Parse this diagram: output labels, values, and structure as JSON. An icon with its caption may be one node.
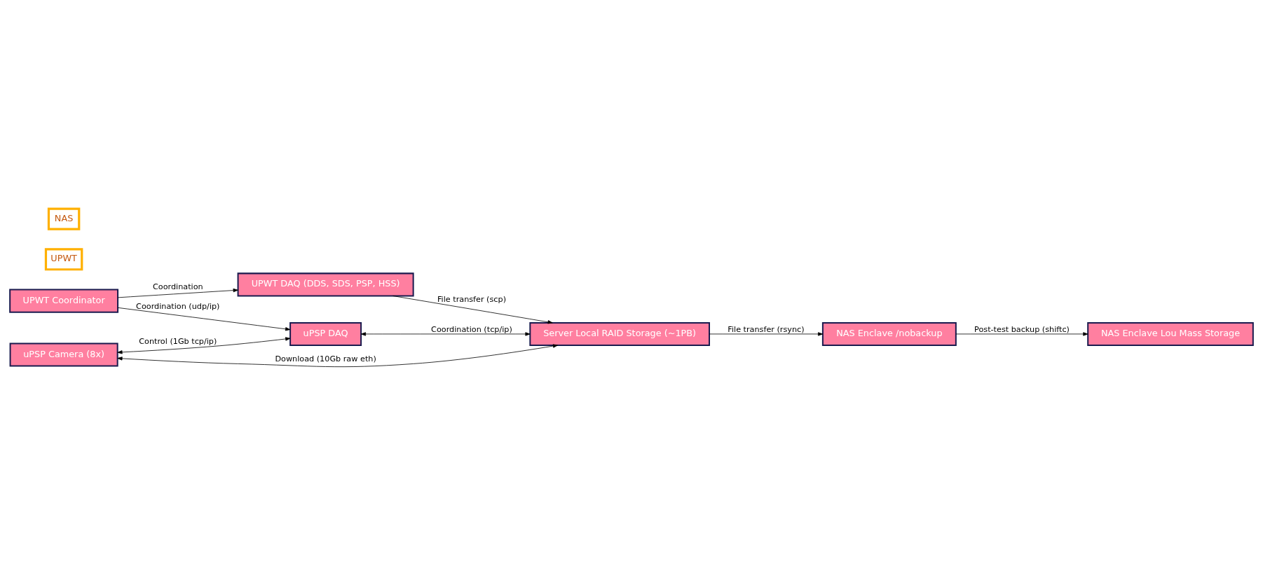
{
  "diagram": {
    "nodes": [
      {
        "text": [
          "UPWT Coordinator"
        ]
      },
      {
        "text": [
          "uPSP DAQ"
        ]
      },
      {
        "text": [
          "uPSP Camera (8x)"
        ]
      },
      {
        "text": [
          "Server Local RAID Storage (~1PB)"
        ]
      },
      {
        "text": [
          "UPWT DAQ (DDS, SDS, PSP, HSS)"
        ]
      },
      {
        "text": [
          "NAS Enclave /nobackup"
        ]
      },
      {
        "text": [
          "NAS Enclave Lou Mass Storage"
        ]
      },
      {
        "text": [
          "UPWT"
        ]
      },
      {
        "text": [
          "NAS"
        ]
      }
    ],
    "edges": [
      {
        "from": 0,
        "to": 1,
        "arrow": "to",
        "label": "Coordination (udp/ip)"
      },
      {
        "from": 0,
        "to": 4,
        "arrow": "to",
        "label": "Coordination"
      },
      {
        "from": 2,
        "to": 1,
        "arrow": "both",
        "label": "Control (1Gb tcp/ip)"
      },
      {
        "from": 1,
        "to": 3,
        "arrow": "both",
        "label": "Coordination (tcp/ip)"
      },
      {
        "from": 2,
        "to": 3,
        "arrow": "both",
        "label": "Download (10Gb raw eth)"
      },
      {
        "from": 4,
        "to": 3,
        "arrow": "to",
        "label": "File transfer (scp)"
      },
      {
        "from": 3,
        "to": 5,
        "arrow": "to",
        "label": "File transfer (rsync)"
      },
      {
        "from": 5,
        "to": 6,
        "arrow": "to",
        "label": "Post-test backup (shiftc)"
      }
    ]
  }
}
